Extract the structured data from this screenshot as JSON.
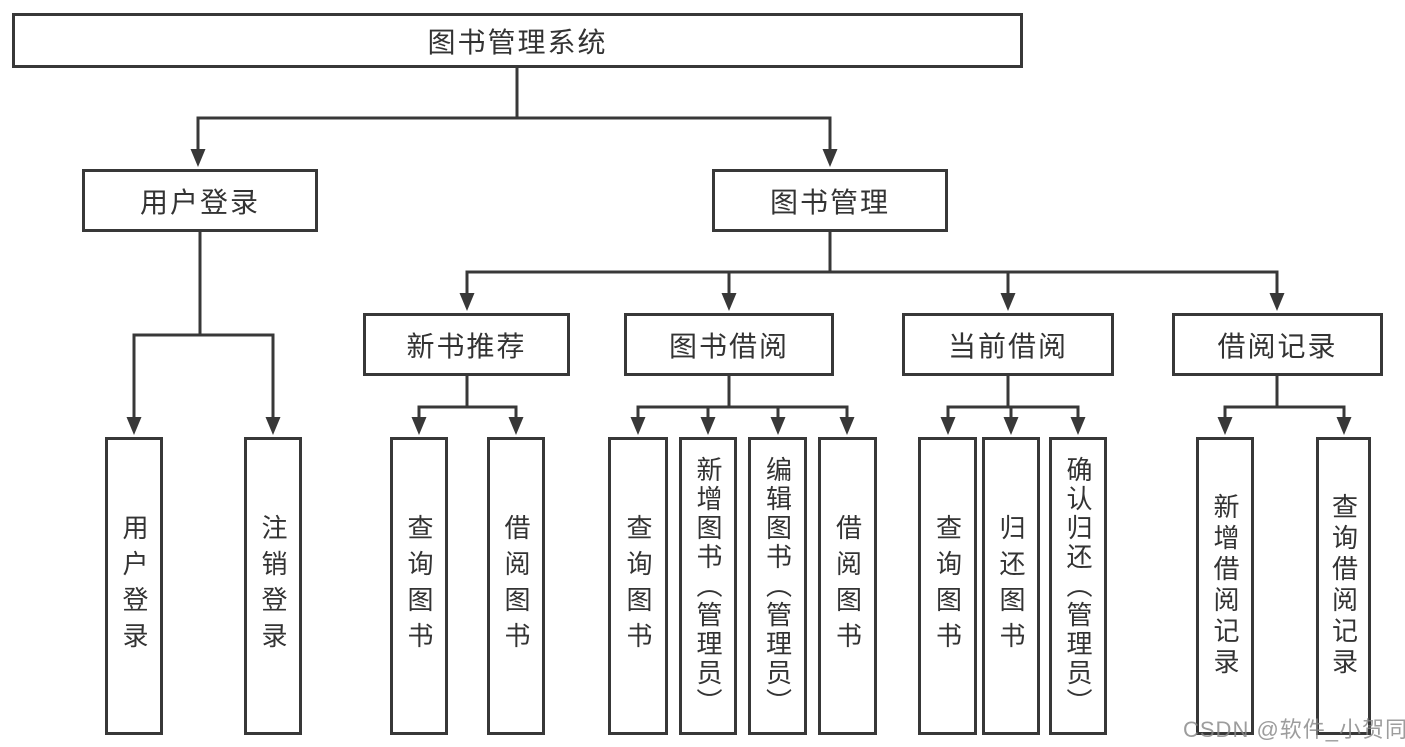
{
  "diagram": {
    "root": {
      "label": "图书管理系统"
    },
    "level1": [
      {
        "label": "用户登录"
      },
      {
        "label": "图书管理"
      }
    ],
    "level2": [
      {
        "label": "新书推荐",
        "parent": "图书管理"
      },
      {
        "label": "图书借阅",
        "parent": "图书管理"
      },
      {
        "label": "当前借阅",
        "parent": "图书管理"
      },
      {
        "label": "借阅记录",
        "parent": "图书管理"
      }
    ],
    "leaves": [
      {
        "label": "用户登录",
        "parent": "用户登录"
      },
      {
        "label": "注销登录",
        "parent": "用户登录"
      },
      {
        "label": "查询图书",
        "parent": "新书推荐"
      },
      {
        "label": "借阅图书",
        "parent": "新书推荐"
      },
      {
        "label": "查询图书",
        "parent": "图书借阅"
      },
      {
        "label": "新增图书（管理员）",
        "parent": "图书借阅"
      },
      {
        "label": "编辑图书（管理员）",
        "parent": "图书借阅"
      },
      {
        "label": "借阅图书",
        "parent": "图书借阅"
      },
      {
        "label": "查询图书",
        "parent": "当前借阅"
      },
      {
        "label": "归还图书",
        "parent": "当前借阅"
      },
      {
        "label": "确认归还（管理员）",
        "parent": "当前借阅"
      },
      {
        "label": "新增借阅记录",
        "parent": "借阅记录"
      },
      {
        "label": "查询借阅记录",
        "parent": "借阅记录"
      }
    ]
  },
  "watermark": {
    "text": "CSDN @软件_小贺同学"
  },
  "colors": {
    "line": "#383838",
    "box_border": "#383838",
    "text": "#333333",
    "background": "#ffffff",
    "watermark": "#878787"
  }
}
